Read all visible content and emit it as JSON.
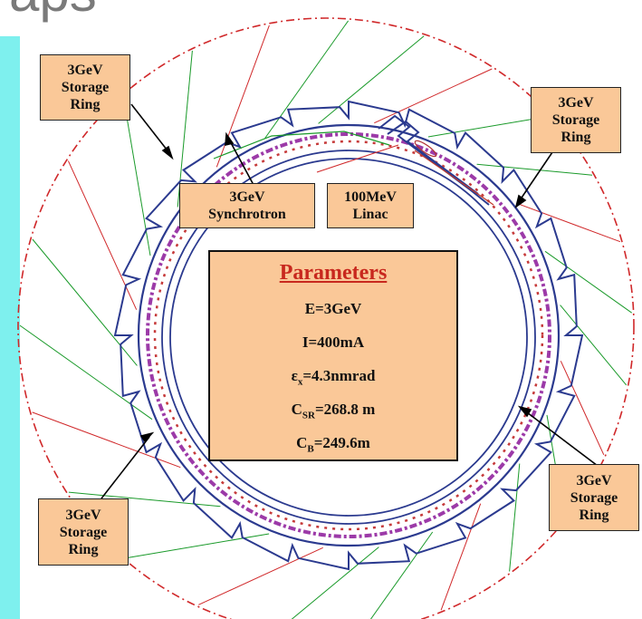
{
  "heading_fragment": "aps",
  "labels": {
    "storage_ring_top_left": [
      "3GeV",
      "Storage",
      "Ring"
    ],
    "storage_ring_top_right": [
      "3GeV",
      "Storage",
      "Ring"
    ],
    "storage_ring_bottom_left": [
      "3GeV",
      "Storage",
      "Ring"
    ],
    "storage_ring_bottom_right": [
      "3GeV",
      "Storage",
      "Ring"
    ],
    "synchrotron": [
      "3GeV",
      "Synchrotron"
    ],
    "linac": [
      "100MeV",
      "Linac"
    ]
  },
  "parameters": {
    "title": "Parameters",
    "energy": "E=3GeV",
    "current": "I=400mA",
    "emittance": {
      "symbol": "ε",
      "sub": "x",
      "value": "=4.3nmrad"
    },
    "sr_circumference": {
      "symbol": "C",
      "sub": "SR",
      "value": "=268.8 m"
    },
    "b_circumference": {
      "symbol": "C",
      "sub": "B",
      "value": "=249.6m"
    }
  },
  "colors": {
    "boundary": "#d0282a",
    "ring": "#2b3a8f",
    "beamline_green": "#1a9a2a",
    "beamline_red": "#d0282a",
    "label_fill": "#fac898",
    "accent_cyan": "#7ef0ee"
  }
}
